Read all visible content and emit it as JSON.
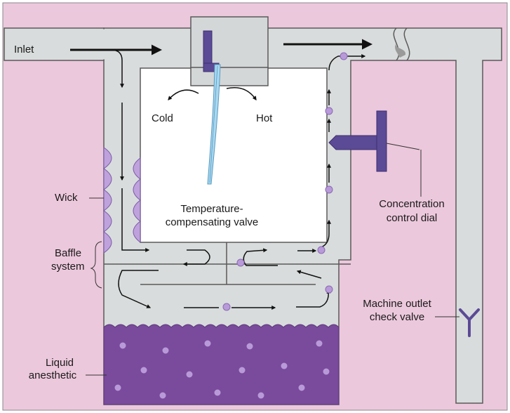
{
  "labels": {
    "inlet": "Inlet",
    "cold": "Cold",
    "hot": "Hot",
    "wick": "Wick",
    "temp_valve_1": "Temperature-",
    "temp_valve_2": "compensating valve",
    "baffle_1": "Baffle",
    "baffle_2": "system",
    "concentration_1": "Concentration",
    "concentration_2": "control dial",
    "outlet_1": "Machine outlet",
    "outlet_2": "check valve",
    "liquid_1": "Liquid",
    "liquid_2": "anesthetic"
  },
  "colors": {
    "background": "#ecc8dc",
    "pipe": "#d9dcdc",
    "pipe_edge": "#5a5a5a",
    "chamber": "#ffffff",
    "valve": "#5b4a96",
    "liquid": "#7a4a9c",
    "bubble": "#b99ad8",
    "wick": "#bfa2dc",
    "arrow": "#111111",
    "capillary": "#a8d8f0"
  }
}
